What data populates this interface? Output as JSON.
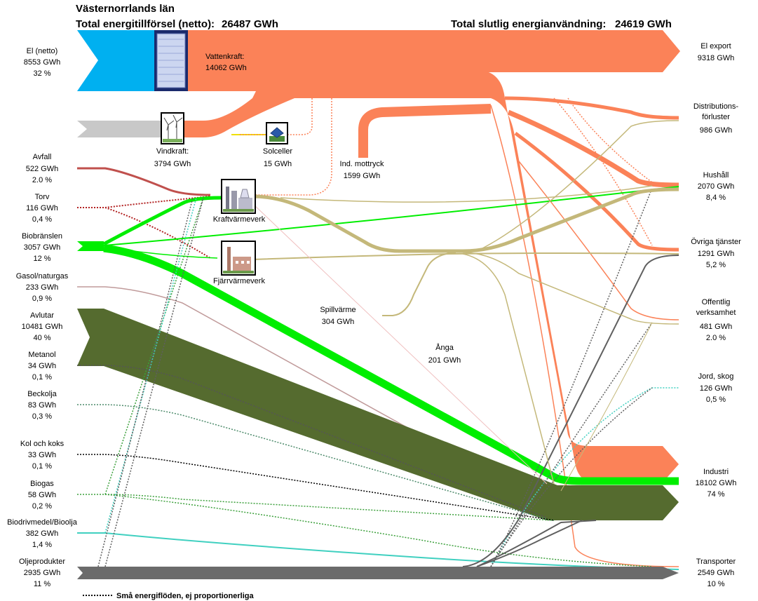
{
  "title": "Västernorrlands län",
  "supply_total": {
    "label": "Total energitillförsel (netto):",
    "value": "26487 GWh"
  },
  "use_total": {
    "label": "Total slutlig energianvändning:",
    "value": "24619 GWh"
  },
  "sources": [
    {
      "id": "el",
      "name": "El (netto)",
      "value": "8553 GWh",
      "share": "32 %"
    },
    {
      "id": "avfall",
      "name": "Avfall",
      "value": "522 GWh",
      "share": "2.0 %"
    },
    {
      "id": "torv",
      "name": "Torv",
      "value": "116 GWh",
      "share": "0,4 %"
    },
    {
      "id": "biobr",
      "name": "Biobränslen",
      "value": "3057 GWh",
      "share": "12 %"
    },
    {
      "id": "gasol",
      "name": "Gasol/naturgas",
      "value": "233 GWh",
      "share": "0,9 %"
    },
    {
      "id": "avlutar",
      "name": "Avlutar",
      "value": "10481 GWh",
      "share": "40 %"
    },
    {
      "id": "metanol",
      "name": "Metanol",
      "value": "34 GWh",
      "share": "0,1 %"
    },
    {
      "id": "beckolja",
      "name": "Beckolja",
      "value": "83 GWh",
      "share": "0,3 %"
    },
    {
      "id": "kol",
      "name": "Kol och koks",
      "value": "33 GWh",
      "share": "0,1 %"
    },
    {
      "id": "biogas",
      "name": "Biogas",
      "value": "58 GWh",
      "share": "0,2 %"
    },
    {
      "id": "biodriv",
      "name": "Biodrivmedel/Bioolja",
      "value": "382 GWh",
      "share": "1,4 %"
    },
    {
      "id": "olje",
      "name": "Oljeprodukter",
      "value": "2935 GWh",
      "share": "11 %"
    }
  ],
  "plants": {
    "vattenkraft": {
      "name": "Vattenkraft:",
      "value": "14062 GWh"
    },
    "vindkraft": {
      "name": "Vindkraft:",
      "value": "3794 GWh"
    },
    "solceller": {
      "name": "Solceller",
      "value": "15 GWh"
    },
    "indmottryck": {
      "name": "Ind. mottryck",
      "value": "1599 GWh"
    },
    "kraftvarme": {
      "name": "Kraftvärmeverk"
    },
    "fjarrvarme": {
      "name": "Fjärrvärmeverk"
    },
    "spillvarme": {
      "name": "Spillvärme",
      "value": "304 GWh"
    },
    "anga": {
      "name": "Ånga",
      "value": "201 GWh"
    }
  },
  "uses": [
    {
      "id": "export",
      "name": "El export",
      "value": "9318 GWh"
    },
    {
      "id": "dist",
      "name": "Distributions-",
      "name2": "förluster",
      "value": "986 GWh"
    },
    {
      "id": "hushall",
      "name": "Hushåll",
      "value": "2070 GWh",
      "share": "8,4 %"
    },
    {
      "id": "ovriga",
      "name": "Övriga tjänster",
      "value": "1291 GWh",
      "share": "5,2 %"
    },
    {
      "id": "offentlig",
      "name": "Offentlig",
      "name2": "verksamhet",
      "value": "481 GWh",
      "share": "2.0 %"
    },
    {
      "id": "jord",
      "name": "Jord, skog",
      "value": "126 GWh",
      "share": "0,5 %"
    },
    {
      "id": "industri",
      "name": "Industri",
      "value": "18102 GWh",
      "share": "74 %"
    },
    {
      "id": "transport",
      "name": "Transporter",
      "value": "2549 GWh",
      "share": "10 %"
    }
  ],
  "legend": "Små energiflöden, ej proportionerliga",
  "colors": {
    "el": "#00b0f0",
    "hydro": "#fb8258",
    "wind": "#c8c8c8",
    "avfall": "#c0504d",
    "torv": "#b22222",
    "bio": "#00ee00",
    "gasol": "#c09a9a",
    "avlutar": "#556b2f",
    "heat": "#c4b87a",
    "grey": "#5f5f5f",
    "teal": "#40d0c0",
    "solar": "#f0e000"
  }
}
